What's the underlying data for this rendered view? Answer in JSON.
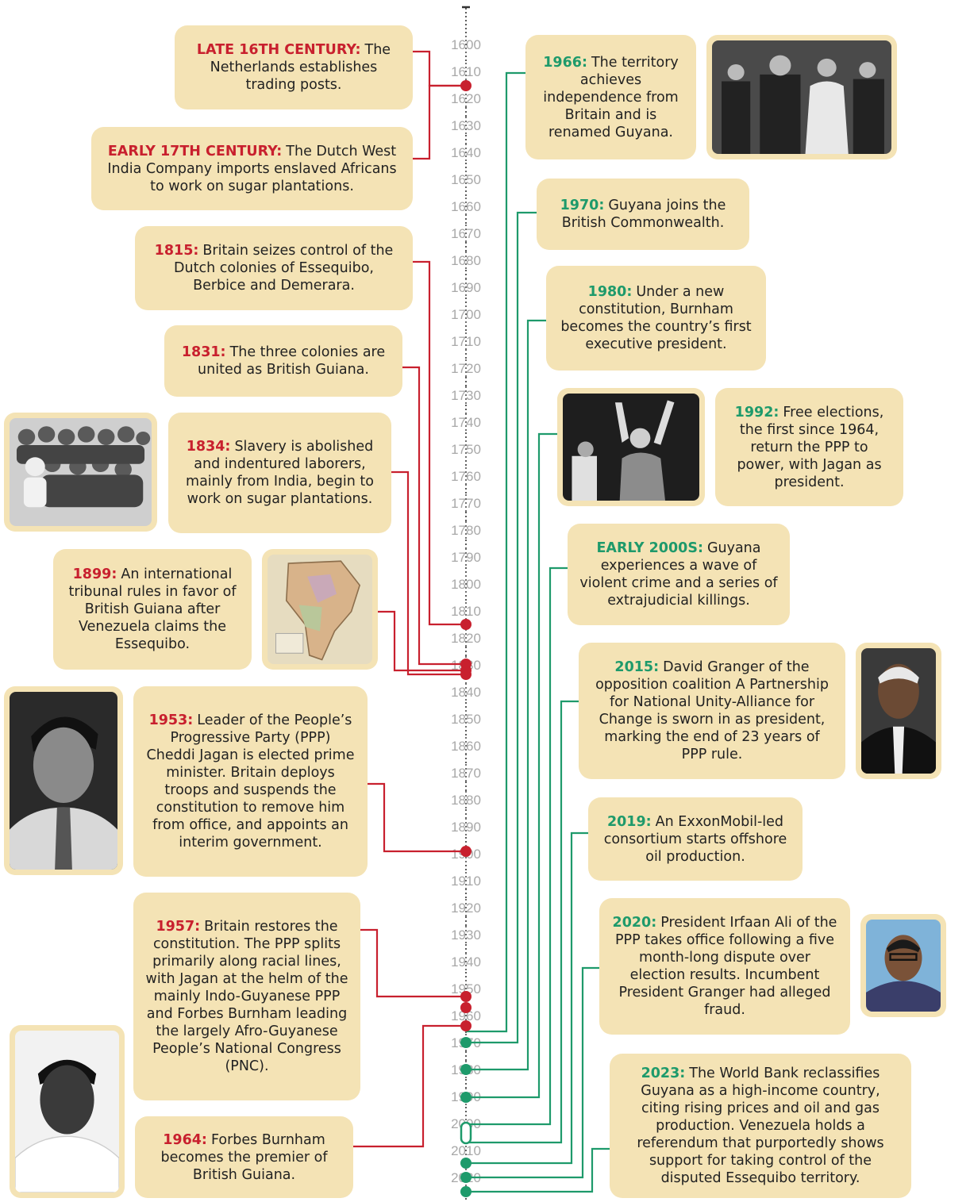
{
  "axis": {
    "years": [
      "1600",
      "1610",
      "1620",
      "1630",
      "1640",
      "1650",
      "1660",
      "1670",
      "1680",
      "1690",
      "1700",
      "1710",
      "1720",
      "1730",
      "1740",
      "1750",
      "1760",
      "1770",
      "1780",
      "1790",
      "1800",
      "1810",
      "1820",
      "1830",
      "1840",
      "1850",
      "1860",
      "1870",
      "1880",
      "1890",
      "1900",
      "1910",
      "1920",
      "1930",
      "1940",
      "1950",
      "1960",
      "1970",
      "1980",
      "1990",
      "2000",
      "2010",
      "2020"
    ]
  },
  "colors": {
    "red": "#c8202e",
    "green": "#1e9a6b",
    "box": "#f4e3b5"
  },
  "events_left": [
    {
      "label": "LATE 16TH CENTURY:",
      "text": "The Netherlands establishes trading posts."
    },
    {
      "label": "EARLY 17TH CENTURY:",
      "text": "The Dutch West India Company imports enslaved Africans to work on sugar plantations."
    },
    {
      "label": "1815:",
      "text": "Britain seizes control of the Dutch colonies of Essequibo, Berbice and Demerara."
    },
    {
      "label": "1831:",
      "text": "The three colonies are united as British Guiana."
    },
    {
      "label": "1834:",
      "text": "Slavery is abolished and indentured laborers, mainly from India, begin to work on sugar plantations."
    },
    {
      "label": "1899:",
      "text": "An international tribunal rules in favor of British Guiana after Venezuela claims the Essequibo."
    },
    {
      "label": "1953:",
      "text": "Leader of the People’s Progressive Party (PPP) Cheddi Jagan is elected prime minister. Britain deploys troops and suspends the constitution to remove him from office, and appoints an interim government."
    },
    {
      "label": "1957:",
      "text": "Britain restores the constitution. The PPP splits primarily along racial lines, with Jagan at the helm of the mainly Indo-Guyanese PPP and Forbes Burnham leading the largely Afro-Guyanese People’s National Congress (PNC)."
    },
    {
      "label": "1964:",
      "text": "Forbes Burnham becomes the premier of British Guiana."
    }
  ],
  "events_right": [
    {
      "label": "1966:",
      "text": "The territory achieves independence from Britain and is renamed Guyana."
    },
    {
      "label": "1970:",
      "text": "Guyana joins the British Commonwealth."
    },
    {
      "label": "1980:",
      "text": "Under a new constitution, Burnham becomes the country’s first executive president."
    },
    {
      "label": "1992:",
      "text": "Free elections, the first since 1964, return the PPP to power, with Jagan as president."
    },
    {
      "label": "EARLY 2000S:",
      "text": "Guyana experiences a wave of violent crime and a series of extrajudicial killings."
    },
    {
      "label": "2015:",
      "text": "David Granger of the opposition coalition A Partnership for National Unity-Alliance for Change is sworn in as president, marking the end of 23 years of PPP rule."
    },
    {
      "label": "2019:",
      "text": "An ExxonMobil-led consortium starts offshore oil production."
    },
    {
      "label": "2020:",
      "text": "President Irfaan Ali of the PPP takes office following a five month-long dispute over election results. Incumbent President Granger had alleged fraud."
    },
    {
      "label": "2023:",
      "text": "The World Bank reclassifies Guyana as a high-income country, citing rising prices and oil and gas production. Venezuela holds a referendum that purportedly shows support for taking control of the disputed Essequibo territory."
    }
  ]
}
